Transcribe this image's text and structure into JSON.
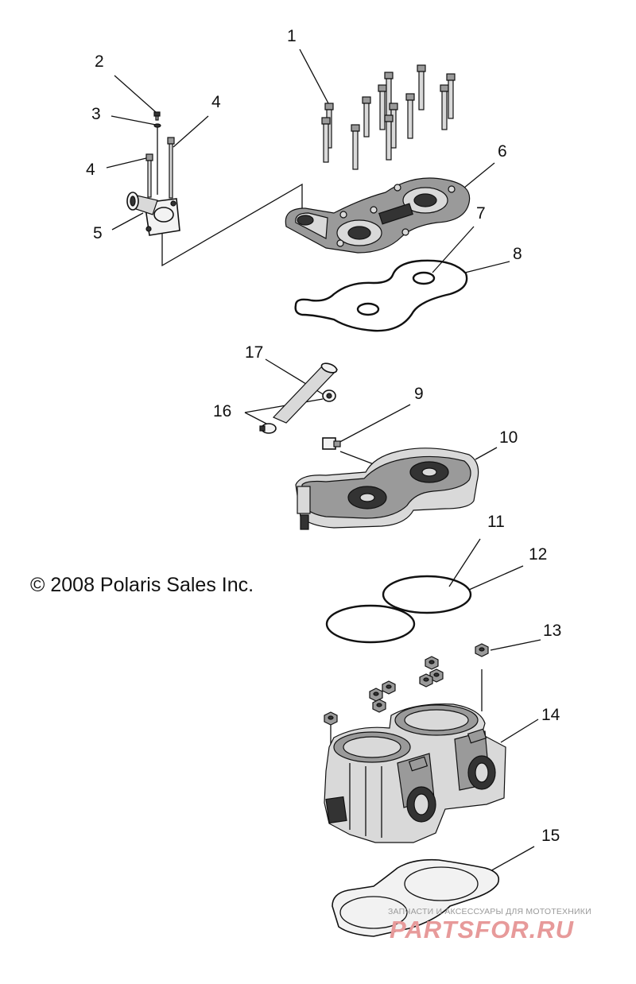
{
  "callouts": {
    "c1": "1",
    "c2": "2",
    "c3": "3",
    "c4a": "4",
    "c4b": "4",
    "c5": "5",
    "c6": "6",
    "c7": "7",
    "c8": "8",
    "c9": "9",
    "c10": "10",
    "c11": "11",
    "c12": "12",
    "c13": "13",
    "c14": "14",
    "c15": "15",
    "c16": "16",
    "c17": "17"
  },
  "copyright": "© 2008 Polaris Sales Inc.",
  "watermark": {
    "tagline": "ЗАПЧАСТИ И АКСЕССУАРЫ ДЛЯ МОТОТЕХНИКИ",
    "brand": "PARTSFOR.RU"
  }
}
